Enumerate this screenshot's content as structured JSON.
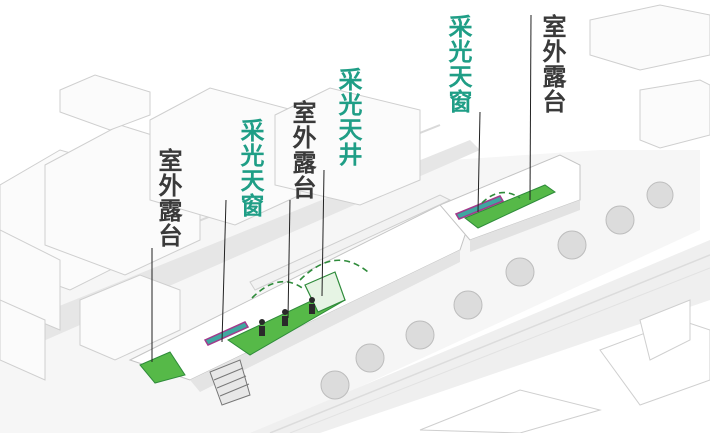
{
  "labels": {
    "terrace_left": "室外露台",
    "skylight_left": "采光天窗",
    "terrace_mid": "室外露台",
    "lightwell": "采光天井",
    "skylight_right": "采光天窗",
    "terrace_right": "室外露台"
  },
  "colors": {
    "outdoor_label": "#3a3a3a",
    "light_label": "#1f9e86",
    "green_roof": "#56b948",
    "green_roof_dark": "#2e8b3a",
    "skylight_glass": "#3fa7a0",
    "skylight_frame": "#a23a8c",
    "leader_line": "#222222",
    "dash_arc": "#2e8b3a",
    "building_edge": "#c9c9c9",
    "tree": "#d8d8d8"
  },
  "icons": [
    "tree-icon",
    "person-icon",
    "skylight-icon",
    "stair-icon"
  ]
}
